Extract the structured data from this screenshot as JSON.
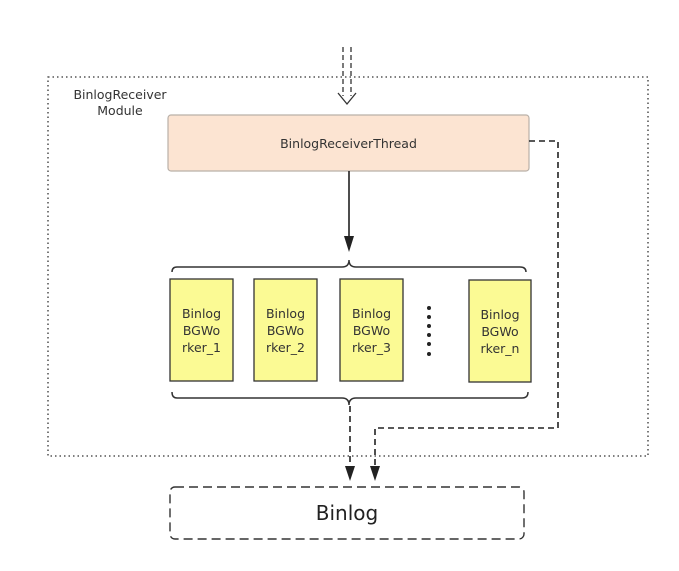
{
  "module": {
    "label_line1": "BinlogReceiver",
    "label_line2": "Module"
  },
  "thread": {
    "label": "BinlogReceiverThread",
    "fill": "#fce4d2",
    "stroke": "#b9b0a8"
  },
  "workers": [
    {
      "line1": "Binlog",
      "line2": "BGWo",
      "line3": "rker_1"
    },
    {
      "line1": "Binlog",
      "line2": "BGWo",
      "line3": "rker_2"
    },
    {
      "line1": "Binlog",
      "line2": "BGWo",
      "line3": "rker_3"
    },
    {
      "line1": "Binlog",
      "line2": "BGWo",
      "line3": "rker_n"
    }
  ],
  "worker_style": {
    "fill": "#fbfa94",
    "stroke": "#333333"
  },
  "binlog": {
    "label": "Binlog"
  }
}
